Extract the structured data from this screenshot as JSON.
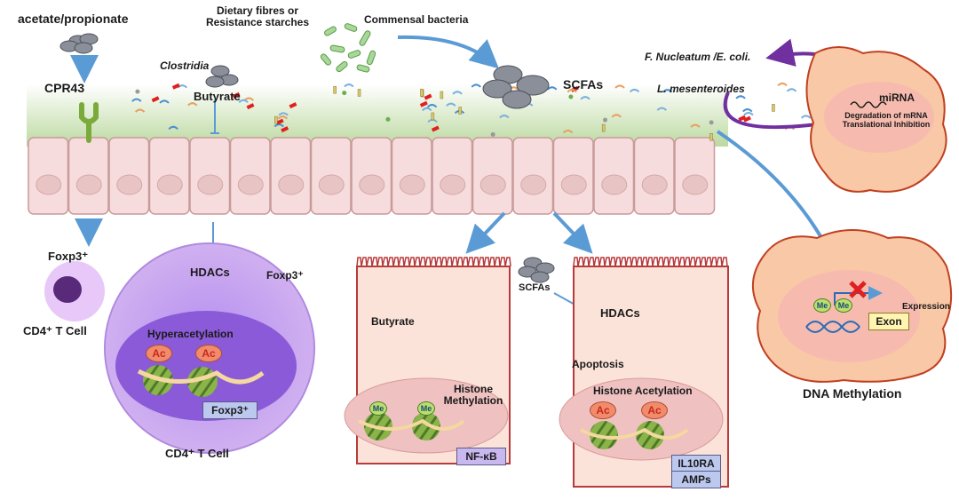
{
  "labels": {
    "acetate_propionate": "acetate/propionate",
    "cpr43": "CPR43",
    "dietary_fibres": "Dietary fibres or\nResistance starches",
    "commensal_bacteria": "Commensal bacteria",
    "clostridia": "Clostridia",
    "butyrate_top": "Butyrate",
    "scfas_top": "SCFAs",
    "f_nucleatum": "F. Nucleatum /E. coli.",
    "l_mesenteroides": "L. mesenteroides",
    "mirna": "miRNA",
    "mirna_effect": "Degradation of mRNA\nTranslational Inhibition",
    "foxp3_left": "Foxp3⁺",
    "cd4_left": "CD4⁺  T Cell",
    "hdacs_left": "HDACs",
    "foxp3_mid": "Foxp3⁺",
    "hyperacetylation": "Hyperacetylation",
    "foxp3_badge": "Foxp3⁺",
    "cd4_bottom": "CD4⁺  T Cell",
    "butyrate_mid": "Butyrate",
    "histone_methylation": "Histone\nMethylation",
    "nfkb": "NF-κB",
    "scfas_mid": "SCFAs",
    "hdacs_right": "HDACs",
    "apoptosis": "Apoptosis",
    "histone_acetylation": "Histone Acetylation",
    "il10ra": "IL10RA",
    "amps": "AMPs",
    "expression": "Expression",
    "exon": "Exon",
    "dna_methylation": "DNA Methylation",
    "ac": "Ac",
    "me": "Me"
  },
  "colors": {
    "arrow_blue": "#5b9bd5",
    "arrow_purple": "#7030a0",
    "epithelium": "#f6dcdc",
    "epithelium_border": "#c99a9a",
    "mucus_green": "#c8dfb0",
    "tcell_outer": "#c8a0e8",
    "tcell_nucleus": "#9060d8",
    "gut_cell": "#fbe3d9",
    "gut_cell_border": "#b83a3a",
    "nucleus_pink": "#efc1c1",
    "tumor_cell": "#f9c8a6",
    "tumor_border": "#c04020",
    "badge_lavender": "#c9b8ef",
    "badge_blue": "#bcc8ee",
    "exon_yellow": "#fff4b0"
  }
}
